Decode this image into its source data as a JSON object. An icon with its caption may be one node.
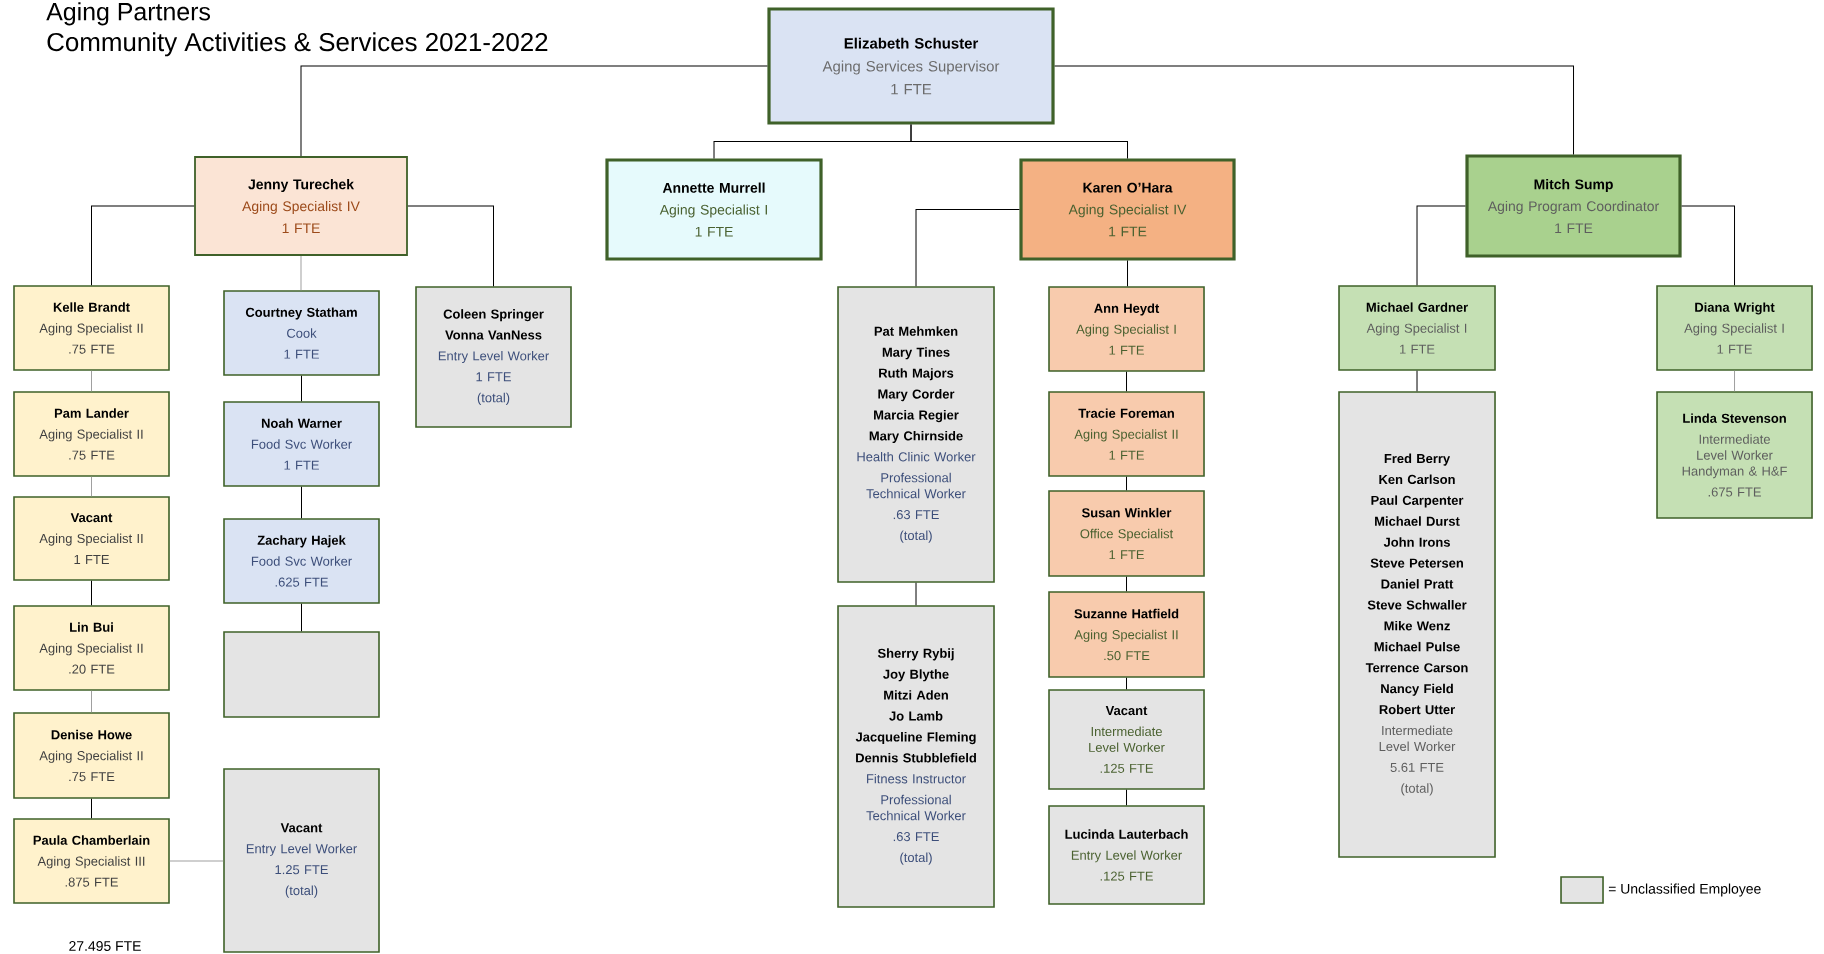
{
  "diagram": {
    "title": "Aging Partners",
    "nodes": [
      {
        "text": [
          "Elizabeth Schuster",
          "Aging Services Supervisor",
          "1 FTE"
        ]
      },
      {
        "text": [
          "Jenny Turechek",
          "Aging Specialist IV",
          "1 FTE"
        ]
      },
      {
        "text": [
          "Kelle Brandt",
          "Aging Specialist II",
          ".75 FTE"
        ]
      },
      {
        "text": [
          "Pam Lander",
          "Aging Specialist II",
          ".75 FTE"
        ]
      },
      {
        "text": [
          "Vacant",
          "Aging Specialist II",
          "1 FTE"
        ]
      },
      {
        "text": [
          "Lin Bui",
          "Aging Specialist II",
          ".20 FTE"
        ]
      },
      {
        "text": [
          "Denise Howe",
          "Aging Specialist II",
          ".75 FTE"
        ]
      },
      {
        "text": [
          "Paula Chamberlain",
          "Aging Specialist III",
          ".875 FTE"
        ]
      },
      {
        "text": [
          "Vacant",
          "Entry Level Worker",
          "1.25 FTE",
          "(total)"
        ]
      },
      {
        "text": [
          "Courtney Statham",
          "Cook",
          "1 FTE"
        ]
      },
      {
        "text": [
          "Noah Warner",
          "Food Svc Worker",
          "1 FTE"
        ]
      },
      {
        "text": [
          "Zachary Hajek",
          "Food Svc Worker",
          ".625 FTE"
        ]
      },
      {
        "text": [],
        "shape": "box"
      },
      {
        "text": [
          "Coleen Springer",
          "Vonna VanNess",
          "Entry Level Worker",
          "1 FTE",
          "(total)"
        ]
      },
      {
        "text": [
          "Annette Murrell",
          "Aging Specialist I",
          "1 FTE"
        ]
      },
      {
        "text": [
          "Karen O’Hara",
          "Aging Specialist IV",
          "1 FTE"
        ]
      },
      {
        "text": [
          "Pat Mehmken",
          "Mary Tines",
          "Ruth Majors",
          "Mary Corder",
          "Marcia Regier",
          "Mary Chirnside",
          "Health Clinic Worker",
          "Professional Technical Worker",
          ".63 FTE",
          "(total)"
        ]
      },
      {
        "text": [
          "Sherry Rybij",
          "Joy Blythe",
          "Mitzi Aden",
          "Jo Lamb",
          "Jacqueline Fleming",
          "Dennis Stubblefield",
          "Fitness Instructor",
          "Professional Technical Worker",
          ".63 FTE",
          "(total)"
        ]
      },
      {
        "text": [
          "Ann Heydt",
          "Aging Specialist I",
          "1 FTE"
        ]
      },
      {
        "text": [
          "Tracie Foreman",
          "Aging Specialist II",
          "1 FTE"
        ]
      },
      {
        "text": [
          "Susan Winkler",
          "Office Specialist",
          "1 FTE"
        ]
      },
      {
        "text": [
          "Suzanne Hatfield",
          "Aging Specialist II",
          ".50 FTE"
        ]
      },
      {
        "text": [
          "Vacant",
          "Intermediate Level Worker",
          ".125 FTE"
        ]
      },
      {
        "text": [
          "Lucinda Lauterbach",
          "Entry Level Worker",
          ".125 FTE"
        ]
      },
      {
        "text": [
          "Mitch Sump",
          "Aging Program Coordinator",
          "1 FTE"
        ]
      },
      {
        "text": [
          "Michael Gardner",
          "Aging Specialist I",
          "1 FTE"
        ]
      },
      {
        "text": [
          "Fred Berry",
          "Ken Carlson",
          "Paul Carpenter",
          "Michael Durst",
          "John Irons",
          "Steve Petersen",
          "Daniel Pratt",
          "Steve Schwaller",
          "Mike Wenz",
          "Michael Pulse",
          "Terrence Carson",
          "Nancy Field",
          "Robert Utter",
          "Intermediate Level Worker",
          "5.61 FTE",
          "(total)"
        ]
      },
      {
        "text": [
          "Diana Wright",
          "Aging Specialist I",
          "1 FTE"
        ]
      },
      {
        "text": [
          "Linda Stevenson",
          "Intermediate Level Worker Handyman & H&F",
          ".675 FTE"
        ]
      }
    ],
    "edges": [
      {
        "from": 0,
        "to": 1,
        "arrow": "none"
      },
      {
        "from": 0,
        "to": 14,
        "arrow": "none"
      },
      {
        "from": 0,
        "to": 15,
        "arrow": "none"
      },
      {
        "from": 0,
        "to": 24,
        "arrow": "none"
      },
      {
        "from": 1,
        "to": 2,
        "arrow": "none"
      },
      {
        "from": 1,
        "to": 9,
        "arrow": "none",
        "color": "#a0a0a0"
      },
      {
        "from": 1,
        "to": 13,
        "arrow": "none"
      },
      {
        "from": 2,
        "to": 3,
        "arrow": "none",
        "color": "#a0a0a0"
      },
      {
        "from": 3,
        "to": 4,
        "arrow": "none",
        "color": "#a0a0a0"
      },
      {
        "from": 4,
        "to": 5,
        "arrow": "none"
      },
      {
        "from": 5,
        "to": 6,
        "arrow": "none",
        "color": "#a0a0a0"
      },
      {
        "from": 6,
        "to": 7,
        "arrow": "none"
      },
      {
        "from": 7,
        "to": 8,
        "arrow": "none",
        "color": "#a0a0a0"
      },
      {
        "from": 9,
        "to": 10,
        "arrow": "none"
      },
      {
        "from": 10,
        "to": 11,
        "arrow": "none"
      },
      {
        "from": 11,
        "to": 12,
        "arrow": "none"
      },
      {
        "from": 15,
        "to": 16,
        "arrow": "none"
      },
      {
        "from": 15,
        "to": 18,
        "arrow": "none"
      },
      {
        "from": 18,
        "to": 19,
        "arrow": "none"
      },
      {
        "from": 19,
        "to": 20,
        "arrow": "none"
      },
      {
        "from": 20,
        "to": 21,
        "arrow": "none"
      },
      {
        "from": 21,
        "to": 22,
        "arrow": "none"
      },
      {
        "from": 22,
        "to": 23,
        "arrow": "none"
      },
      {
        "from": 16,
        "to": 17,
        "arrow": "none"
      },
      {
        "from": 24,
        "to": 25,
        "arrow": "none"
      },
      {
        "from": 24,
        "to": 27,
        "arrow": "none"
      },
      {
        "from": 25,
        "to": 26,
        "arrow": "none"
      },
      {
        "from": 27,
        "to": 28,
        "arrow": "none",
        "color": "#a0a0a0"
      }
    ],
    "labels": [
      "Community Activities & Services 2021-2022",
      "27.495 FTE"
    ],
    "legend": [
      {
        "text": "= Unclassified Employee",
        "color": "#e4e4e4"
      }
    ]
  }
}
